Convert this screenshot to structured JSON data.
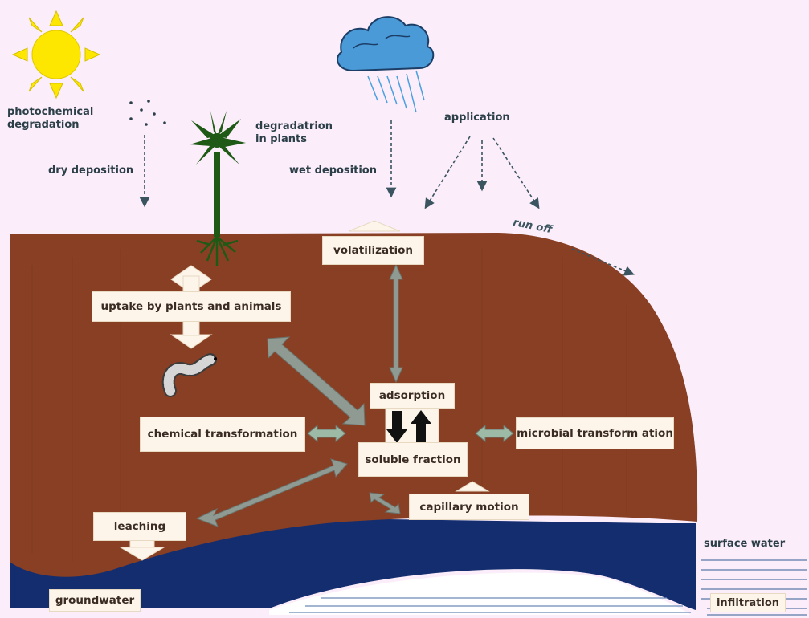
{
  "labels": {
    "photochemical_degradation": "photochemical\ndegradation",
    "dry_deposition": "dry deposition",
    "degradation_in_plants": "degradatrion\nin plants",
    "wet_deposition": "wet deposition",
    "application": "application",
    "run_off": "run  off",
    "volatilization": "volatilization",
    "uptake": "uptake by plants and animals",
    "adsorption": "adsorption",
    "soluble_fraction": "soluble fraction",
    "chemical_transformation": "chemical transformation",
    "microbial_transformation": "microbial transform ation",
    "capillary_motion": "capillary motion",
    "leaching": "leaching",
    "groundwater": "groundwater",
    "surface_water": "surface water",
    "infiltration": "infiltration"
  },
  "colors": {
    "background": "#fbeefa",
    "soil": "#883f24",
    "groundwater": "#142d6e",
    "sun": "#fde700",
    "cloud": "#4a9ad8",
    "plant": "#1e5a16",
    "arrow_gray": "#8f9a92",
    "box": "#fdf5ea"
  },
  "icons": [
    "sun-icon",
    "rain-cloud-icon",
    "plant-icon",
    "worm-icon"
  ]
}
